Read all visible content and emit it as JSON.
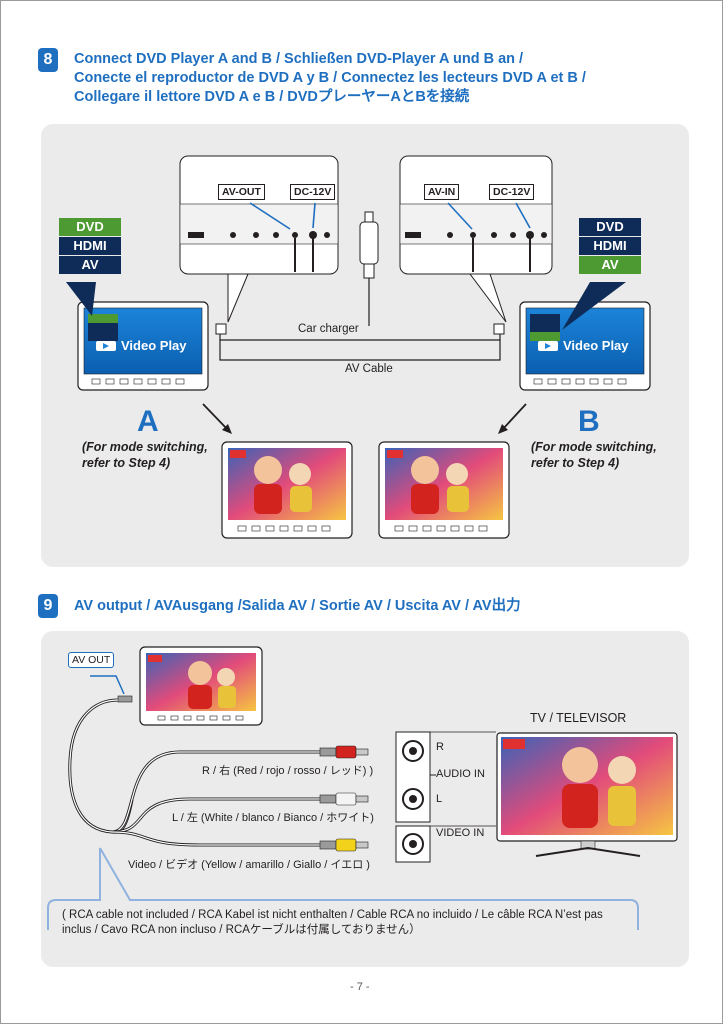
{
  "step8": {
    "number": "8",
    "title_lines": [
      "Connect DVD Player A and B / Schließen DVD-Player A und B an /",
      "Conecte el reproductor de DVD A y B / Connectez les lecteurs DVD A et B /",
      "Collegare il lettore DVD A e B / DVDプレーヤーAとBを接続"
    ],
    "port_labels_a": [
      "AV-OUT",
      "DC-12V"
    ],
    "port_labels_b": [
      "AV-IN",
      "DC-12V"
    ],
    "menu_a": [
      "DVD",
      "HDMI",
      "AV"
    ],
    "menu_a_selected": "DVD",
    "menu_b": [
      "DVD",
      "HDMI",
      "AV"
    ],
    "menu_b_selected": "AV",
    "screen_text": "Video Play",
    "car_charger": "Car charger",
    "av_cable": "AV Cable",
    "player_a": "A",
    "player_b": "B",
    "mode_note_line1": "(For mode switching,",
    "mode_note_line2": "refer to Step 4)"
  },
  "step9": {
    "number": "9",
    "title": "AV output / AVAusgang /Salida AV / Sortie AV / Uscita AV / AV出力",
    "av_out": "AV OUT",
    "tv_label": "TV / TELEVISOR",
    "cable_r": "R / 右 (Red / rojo / rosso / レッド) )",
    "cable_l": "L / 左 (White / blanco / Bianco / ホワイト)",
    "cable_video": "Video / ビデオ (Yellow / amarillo / Giallo / イエロ )",
    "port_r": "R",
    "port_audio_in": "AUDIO IN",
    "port_l": "L",
    "port_video_in": "VIDEO IN",
    "footnote_line1": "( RCA cable not included / RCA Kabel ist nicht enthalten / Cable RCA no incluido / Le câble RCA N’est pas",
    "footnote_line2": "inclus / Cavo RCA non incluso / RCAケーブルは付属しておりません）",
    "colors": {
      "red": "#d2231f",
      "white": "#f4f4f4",
      "yellow": "#f2d21b"
    }
  },
  "page_number": "- 7 -",
  "colors": {
    "accent": "#1f6fc0",
    "menu_dark": "#0e2c57",
    "menu_selected": "#4e9a32",
    "panel": "#ebebeb"
  }
}
